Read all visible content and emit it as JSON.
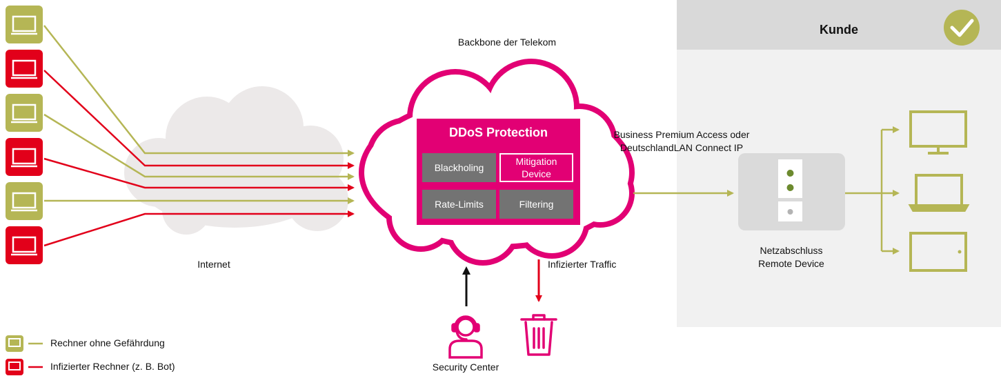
{
  "labels": {
    "backbone": "Backbone der Telekom",
    "internet": "Internet",
    "access": "Business Premium Access oder DeutschlandLAN Connect IP",
    "infected_traffic": "Infizierter Traffic",
    "security_center": "Security Center",
    "netzabschluss": "Netzabschluss Remote Device"
  },
  "customer": {
    "title": "Kunde"
  },
  "ddos": {
    "title": "DDoS Protection",
    "cells": [
      "Blackholing",
      "Mitigation Device",
      "Rate-Limits",
      "Filtering"
    ]
  },
  "legend": [
    {
      "label": "Rechner ohne Gefährdung",
      "color": "#b5b655"
    },
    {
      "label": "Infizierter Rechner (z. B. Bot)",
      "color": "#e2001a"
    }
  ],
  "colors": {
    "green": "#b5b655",
    "red": "#e2001a",
    "magenta": "#e20074",
    "cloud": "#ece9e9"
  }
}
